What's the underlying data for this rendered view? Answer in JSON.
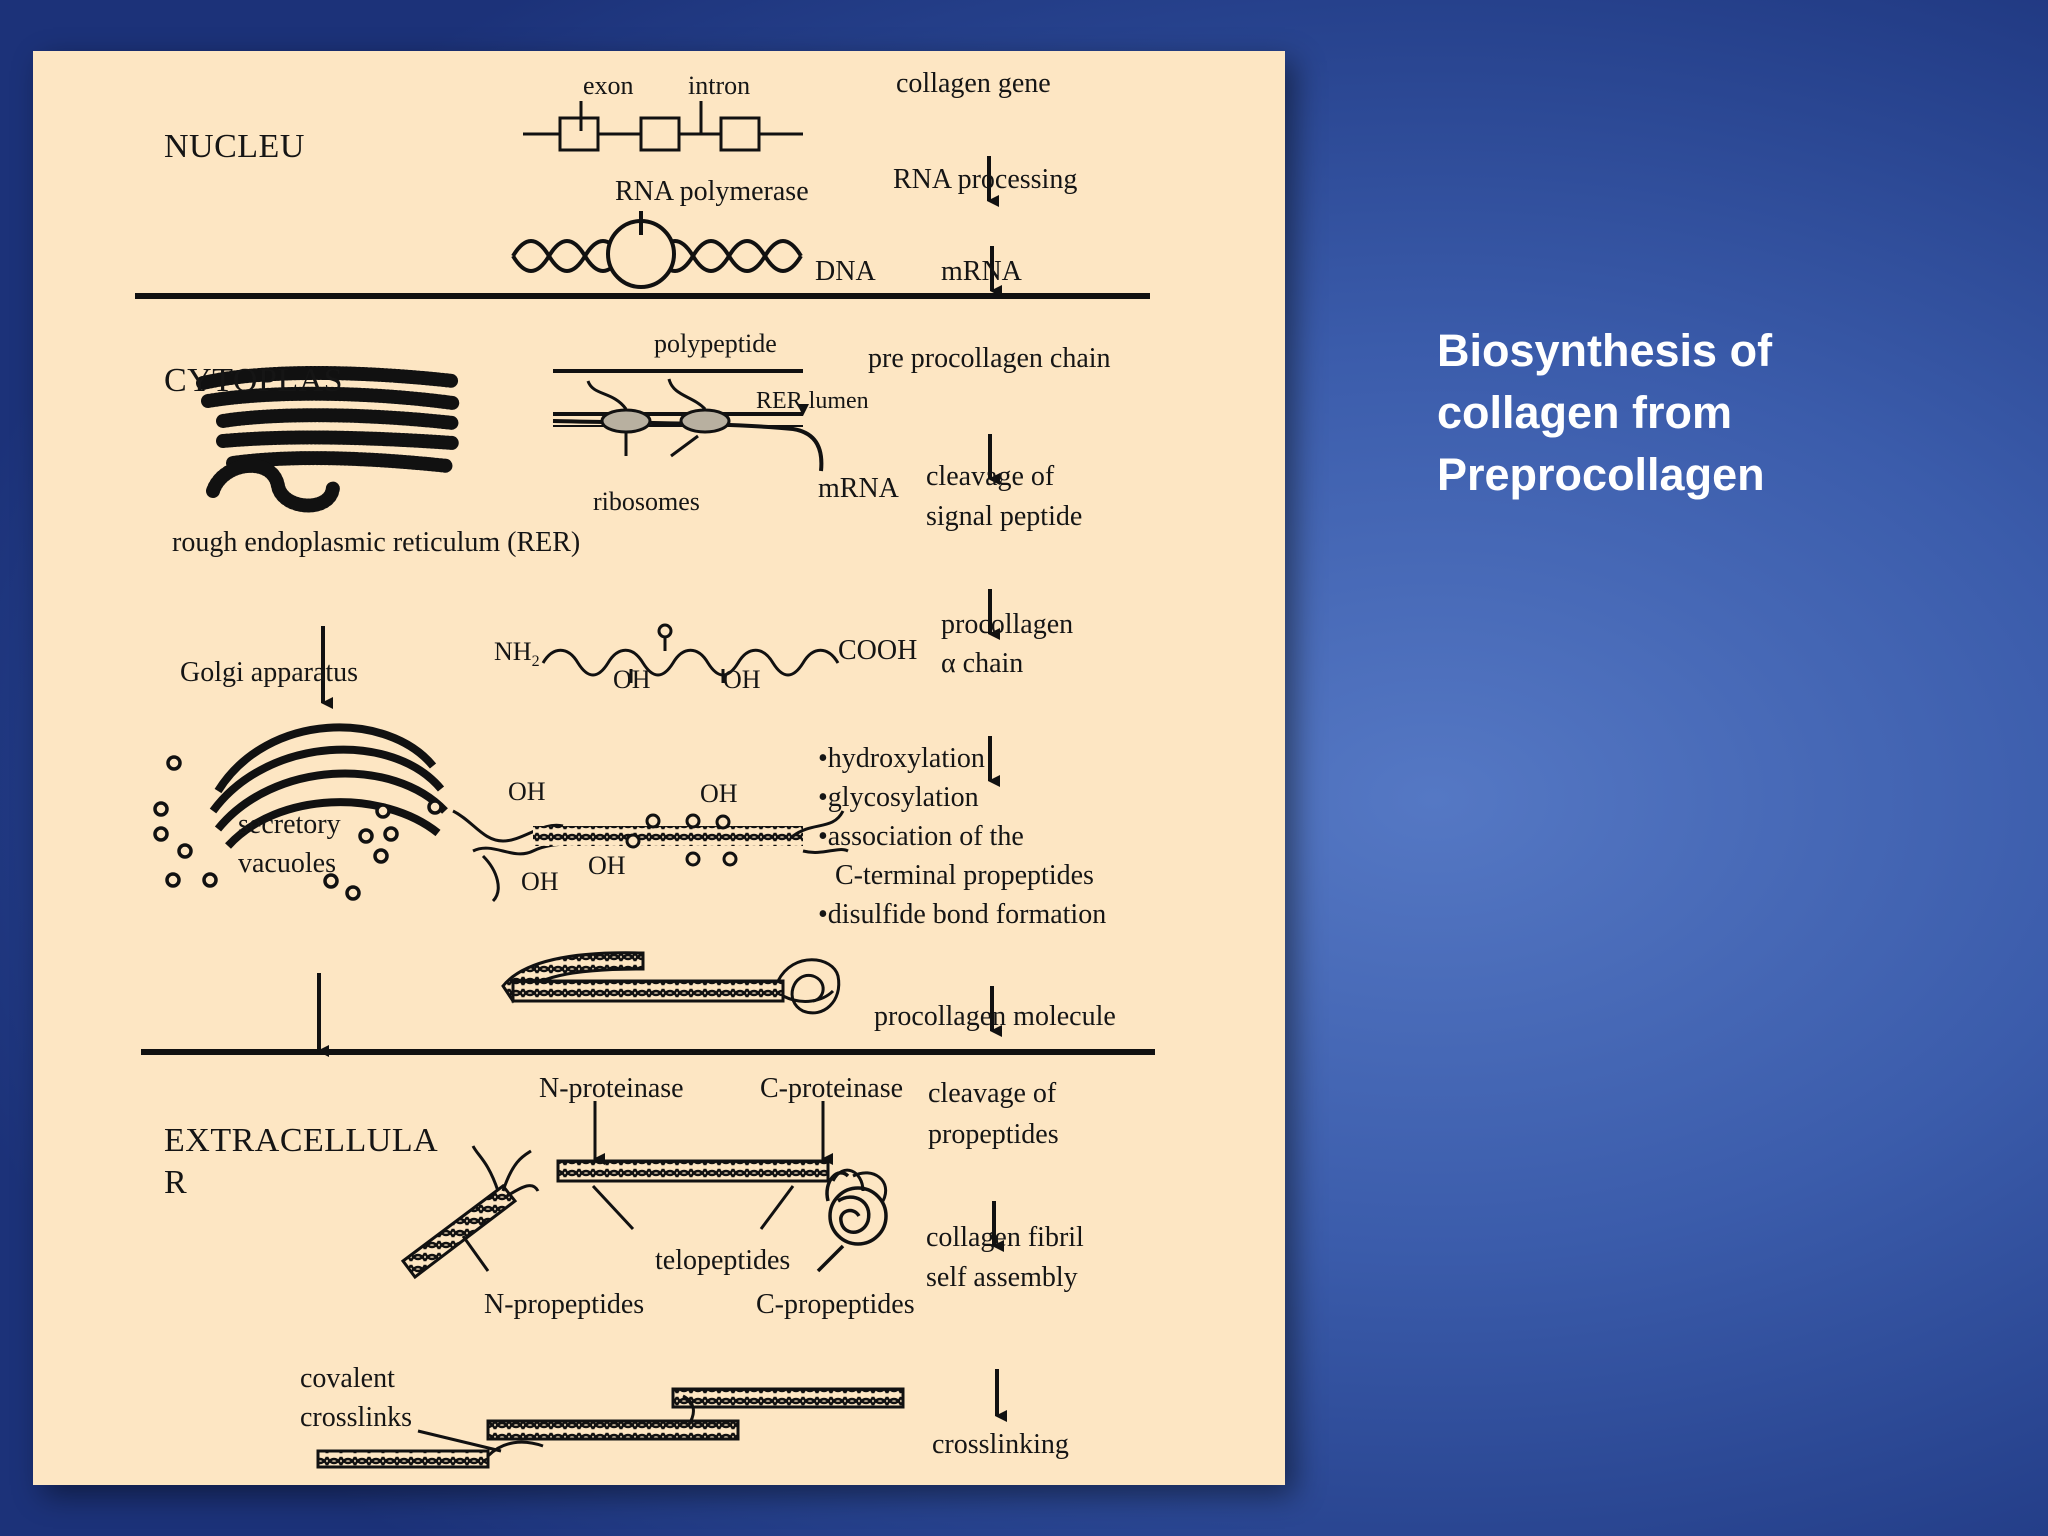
{
  "slide": {
    "title_lines": [
      "Biosynthesis of",
      "collagen from",
      "Preprocollagen"
    ]
  },
  "sections": {
    "nucleus": "NUCLEU",
    "cytoplasm": "CYTOPLAS",
    "extracellular_line1": "EXTRACELLULA",
    "extracellular_line2": "R"
  },
  "labels": {
    "exon": "exon",
    "intron": "intron",
    "collagen_gene": "collagen gene",
    "rna_polymerase": "RNA polymerase",
    "rna_processing": "RNA processing",
    "dna": "DNA",
    "mrna_top": "mRNA",
    "polypeptide": "polypeptide",
    "pre_procollagen_chain": "pre procollagen chain",
    "rer_lumen": "RER lumen",
    "ribosomes": "ribosomes",
    "mrna_mid": "mRNA",
    "cleavage_signal_1": "cleavage of",
    "cleavage_signal_2": "signal peptide",
    "rer": "rough endoplasmic reticulum (RER)",
    "golgi": "Golgi apparatus",
    "nh2": "NH",
    "nh2_sub": "2",
    "oh_1": "OH",
    "oh_2": "OH",
    "cooh": "COOH",
    "procollagen_alpha_1": "procollagen",
    "procollagen_alpha_2": "α chain",
    "hydroxylation": "•hydroxylation",
    "glycosylation": "•glycosylation",
    "association": "•association of the",
    "c_terminal": "C-terminal propeptides",
    "disulfide": "•disulfide bond formation",
    "secretory": "secretory",
    "vacuoles": "vacuoles",
    "oh_3": "OH",
    "oh_4": "OH",
    "oh_5": "OH",
    "oh_6": "OH",
    "procollagen_molecule": "procollagen molecule",
    "n_proteinase": "N-proteinase",
    "c_proteinase": "C-proteinase",
    "cleavage_propeptides_1": "cleavage of",
    "cleavage_propeptides_2": "propeptides",
    "telopeptides": "telopeptides",
    "collagen_fibril_1": "collagen fibril",
    "collagen_fibril_2": "self assembly",
    "n_propeptides": "N-propeptides",
    "c_propeptides": "C-propeptides",
    "covalent_1": "covalent",
    "covalent_2": "crosslinks",
    "crosslinking": "crosslinking"
  }
}
